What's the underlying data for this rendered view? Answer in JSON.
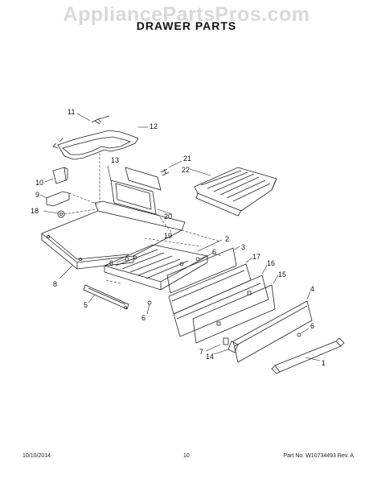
{
  "watermark": "AppliancePartsPros.com",
  "title": "DRAWER  PARTS",
  "callouts": [
    {
      "id": "c11",
      "label": "11"
    },
    {
      "id": "c12",
      "label": "12"
    },
    {
      "id": "c13",
      "label": "13"
    },
    {
      "id": "c21",
      "label": "21"
    },
    {
      "id": "c22",
      "label": "22"
    },
    {
      "id": "c10",
      "label": "10"
    },
    {
      "id": "c9",
      "label": "9"
    },
    {
      "id": "c18",
      "label": "18"
    },
    {
      "id": "c20",
      "label": "20"
    },
    {
      "id": "c19",
      "label": "19"
    },
    {
      "id": "c2",
      "label": "2"
    },
    {
      "id": "c6a",
      "label": "6"
    },
    {
      "id": "c6b",
      "label": "6"
    },
    {
      "id": "c3",
      "label": "3"
    },
    {
      "id": "c17",
      "label": "17"
    },
    {
      "id": "c16",
      "label": "16"
    },
    {
      "id": "c15",
      "label": "15"
    },
    {
      "id": "c8",
      "label": "8"
    },
    {
      "id": "c5",
      "label": "5"
    },
    {
      "id": "c6c",
      "label": "6"
    },
    {
      "id": "c4",
      "label": "4"
    },
    {
      "id": "c6d",
      "label": "6"
    },
    {
      "id": "c7",
      "label": "7"
    },
    {
      "id": "c14",
      "label": "14"
    },
    {
      "id": "c1",
      "label": "1"
    }
  ],
  "footer": {
    "date": "10/10/2014",
    "page": "10",
    "part_number": "Part No.  W10734493  Rev. A"
  }
}
